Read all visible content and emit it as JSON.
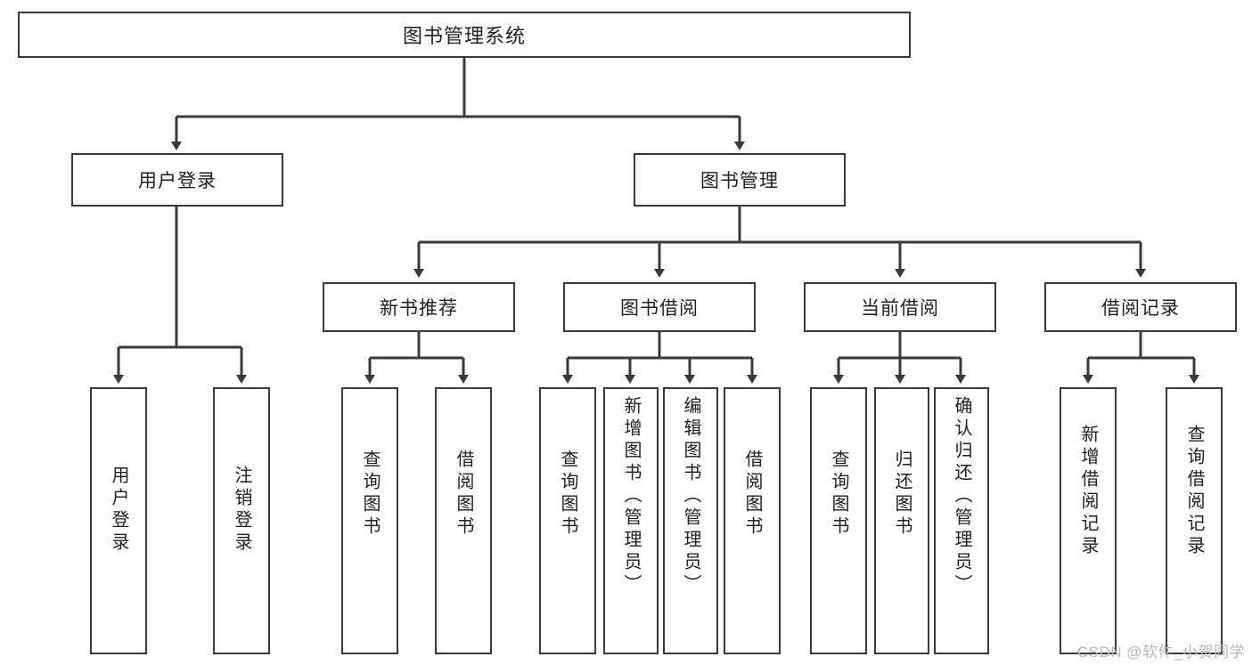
{
  "diagram": {
    "type": "tree",
    "title": "图书管理系统",
    "colors": {
      "box_border": "#3a3a3a",
      "box_fill": "#ffffff",
      "connector": "#3a3a3a",
      "text": "#222222",
      "watermark": "#b9b9b9"
    },
    "root": {
      "label": "图书管理系统"
    },
    "level1": [
      {
        "label": "用户登录"
      },
      {
        "label": "图书管理"
      }
    ],
    "level2": [
      {
        "label": "新书推荐"
      },
      {
        "label": "图书借阅"
      },
      {
        "label": "当前借阅"
      },
      {
        "label": "借阅记录"
      }
    ],
    "leaves": {
      "user_login": [
        {
          "label": "用户登录"
        },
        {
          "label": "注销登录"
        }
      ],
      "new_book_recommend": [
        {
          "label": "查询图书"
        },
        {
          "label": "借阅图书"
        }
      ],
      "book_borrow": [
        {
          "label": "查询图书"
        },
        {
          "label": "新增图书（管理员）"
        },
        {
          "label": "编辑图书（管理员）"
        },
        {
          "label": "借阅图书"
        }
      ],
      "current_borrow": [
        {
          "label": "查询图书"
        },
        {
          "label": "归还图书"
        },
        {
          "label": "确认归还（管理员）"
        }
      ],
      "borrow_record": [
        {
          "label": "新增借阅记录"
        },
        {
          "label": "查询借阅记录"
        }
      ]
    }
  },
  "watermark": {
    "text": "CSDN @软件_小贺同学"
  }
}
